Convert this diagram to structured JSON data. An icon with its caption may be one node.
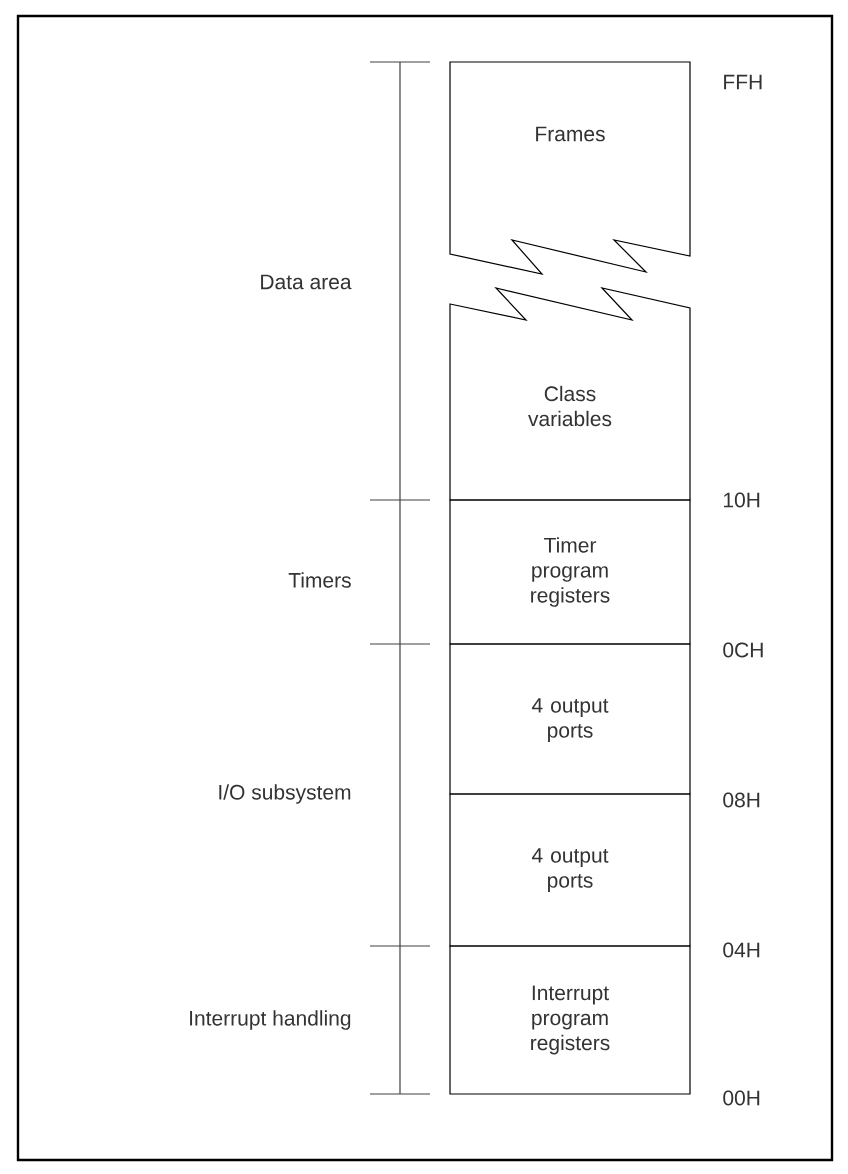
{
  "diagram": {
    "nodes": [
      {
        "text": [
          "Frames"
        ]
      },
      {
        "text": [
          "Class variables"
        ]
      },
      {
        "text": [
          "Timer program registers"
        ]
      },
      {
        "text": [
          "4 output ports"
        ]
      },
      {
        "text": [
          "4 output ports"
        ]
      },
      {
        "text": [
          "Interrupt program registers"
        ]
      }
    ],
    "edges": [],
    "labels": [
      "FFH",
      "Data area",
      "10H",
      "Timers",
      "0CH",
      "I/O subsystem",
      "08H",
      "04H",
      "Interrupt handling",
      "00H"
    ]
  }
}
